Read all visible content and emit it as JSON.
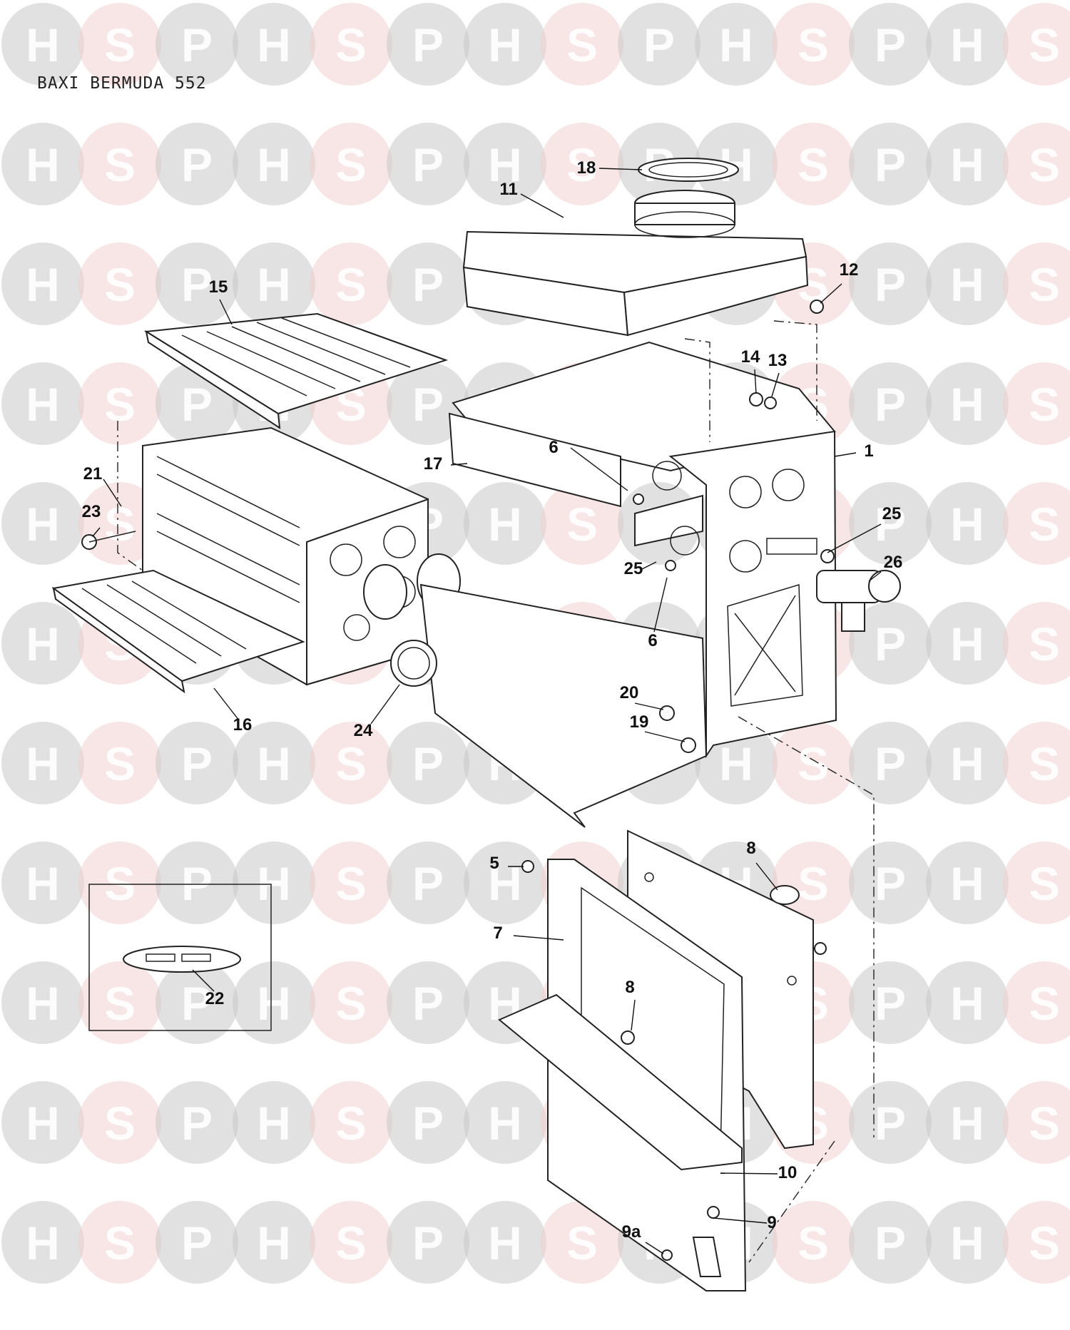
{
  "title": "BAXI BERMUDA 552",
  "watermark": {
    "letters": [
      "H",
      "S",
      "P"
    ],
    "colors": {
      "H": "#c9c9c9",
      "S": "#f3cfcf",
      "P": "#c9c9c9",
      "text": "#ffffff"
    }
  },
  "callouts": [
    "18",
    "11",
    "12",
    "15",
    "14",
    "13",
    "1",
    "6",
    "17",
    "21",
    "23",
    "25",
    "26",
    "25",
    "6",
    "20",
    "19",
    "24",
    "16",
    "5",
    "8",
    "7",
    "22",
    "8",
    "10",
    "9a",
    "9"
  ]
}
